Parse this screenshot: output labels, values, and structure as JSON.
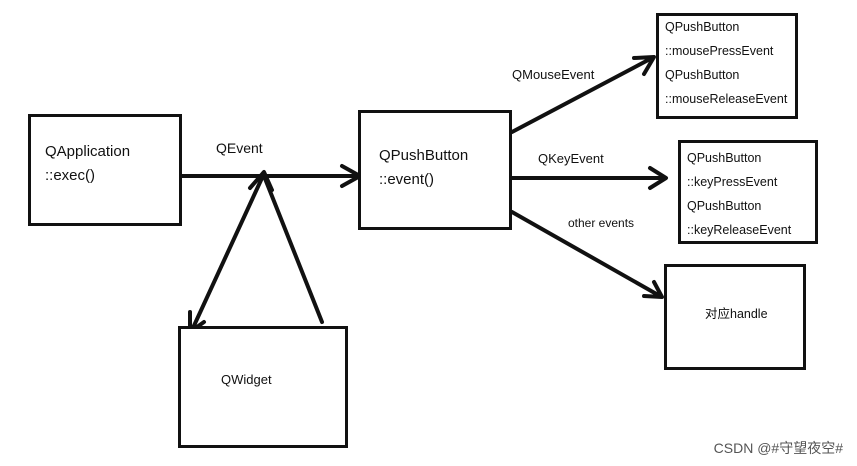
{
  "nodes": {
    "qapplication": {
      "line1": "QApplication",
      "line2": "::exec()"
    },
    "qpushbutton_event": {
      "line1": "QPushButton",
      "line2": "::event()"
    },
    "qwidget": {
      "label": "QWidget"
    },
    "mouse_handlers": {
      "lines": [
        "QPushButton",
        "::mousePressEvent",
        "QPushButton",
        "::mouseReleaseEvent"
      ]
    },
    "key_handlers": {
      "lines": [
        "QPushButton",
        "::keyPressEvent",
        "QPushButton",
        "::keyReleaseEvent"
      ]
    },
    "other_handler": {
      "label": "对应handle"
    }
  },
  "edges": {
    "qevent": "QEvent",
    "qmouseevent": "QMouseEvent",
    "qkeyevent": "QKeyEvent",
    "other_events": "other events"
  },
  "watermark": "CSDN @#守望夜空#"
}
